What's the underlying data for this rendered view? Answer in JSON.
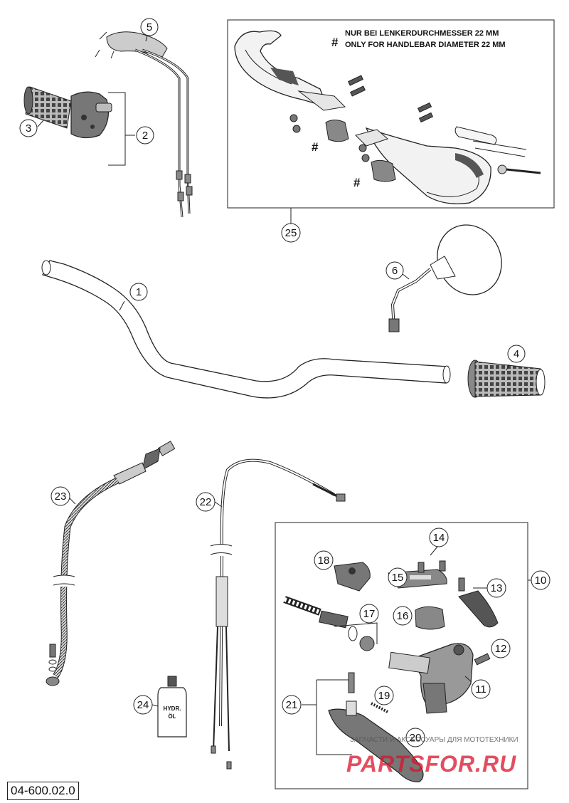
{
  "note": {
    "hash": "#",
    "line1": "NUR BEI LENKERDURCHMESSER 22 MM",
    "line2": "ONLY FOR HANDLEBAR DIAMETER 22 MM"
  },
  "callouts": {
    "c1": "1",
    "c2": "2",
    "c3": "3",
    "c4": "4",
    "c5": "5",
    "c6": "6",
    "c10": "10",
    "c11": "11",
    "c12": "12",
    "c13": "13",
    "c14": "14",
    "c15": "15",
    "c16": "16",
    "c17": "17",
    "c18": "18",
    "c19": "19",
    "c20": "20",
    "c21": "21",
    "c22": "22",
    "c23": "23",
    "c24": "24",
    "c25": "25"
  },
  "bottle_label": {
    "line1": "HYDR.",
    "line2": "ÖL"
  },
  "part_code": "04-600.02.0",
  "watermark": {
    "tagline": "ЗАПЧАСТИ И АКСЕССУАРЫ ДЛЯ МОТОТЕХНИКИ",
    "logo": "PARTSFOR.RU"
  }
}
